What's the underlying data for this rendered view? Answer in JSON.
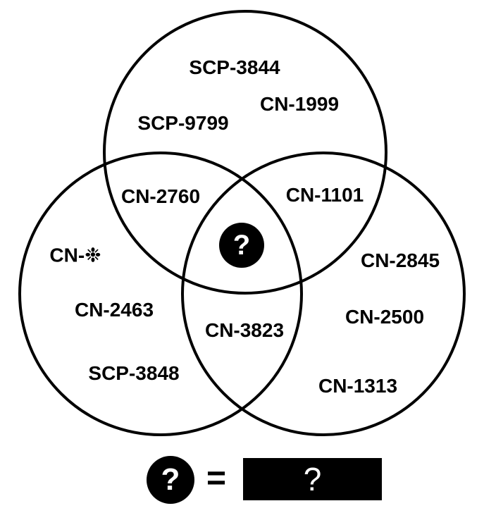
{
  "colors": {
    "background": "#ffffff",
    "ink": "#000000",
    "marker_fill": "#000000",
    "marker_text": "#ffffff"
  },
  "diagram": {
    "type": "venn-3",
    "labels": [
      {
        "text": "SCP-3844",
        "region": "top-only"
      },
      {
        "text": "CN-1999",
        "region": "top-only"
      },
      {
        "text": "SCP-9799",
        "region": "top-only"
      },
      {
        "text": "CN-2760",
        "region": "top-left-overlap"
      },
      {
        "text": "CN-1101",
        "region": "top-right-overlap"
      },
      {
        "text": "CN-❉",
        "region": "left-only"
      },
      {
        "text": "CN-2845",
        "region": "right-only"
      },
      {
        "text": "CN-2463",
        "region": "left-only"
      },
      {
        "text": "CN-2500",
        "region": "right-only"
      },
      {
        "text": "CN-3823",
        "region": "left-right-overlap"
      },
      {
        "text": "SCP-3848",
        "region": "left-only"
      },
      {
        "text": "CN-1313",
        "region": "right-only"
      }
    ],
    "center_marker": {
      "symbol": "?"
    }
  },
  "legend": {
    "marker_symbol": "?",
    "equals_sign": "=",
    "answer_placeholder": "?"
  }
}
